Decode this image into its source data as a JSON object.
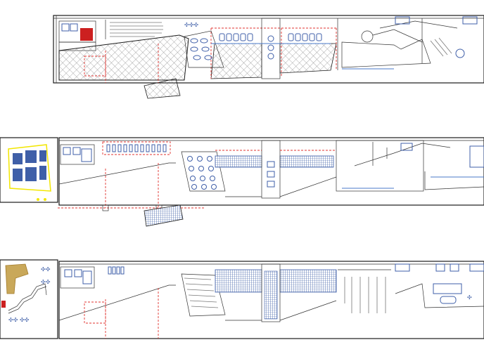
{
  "drawing": {
    "palette": {
      "wall": "#1a1a1a",
      "grid_line": "#e0332f",
      "glazing": "#4a78c8",
      "furniture": "#3f5fa8",
      "hatch": "#8a8a8a",
      "highlight": "#f2e600",
      "stair": "#a27a2a",
      "equipment": "#cc2020"
    },
    "plans": [
      {
        "id": "floor-upper",
        "icons": [
          "hatched-slab",
          "seating-rows",
          "round-tables",
          "elevator-core",
          "spiral-ramp"
        ]
      },
      {
        "id": "floor-middle",
        "icons": [
          "auditorium-seating",
          "blue-stacks",
          "round-tables",
          "stair-block"
        ]
      },
      {
        "id": "floor-lower",
        "icons": [
          "stair-ramp",
          "blue-stacks",
          "book-racks",
          "toilet-block"
        ]
      }
    ]
  }
}
